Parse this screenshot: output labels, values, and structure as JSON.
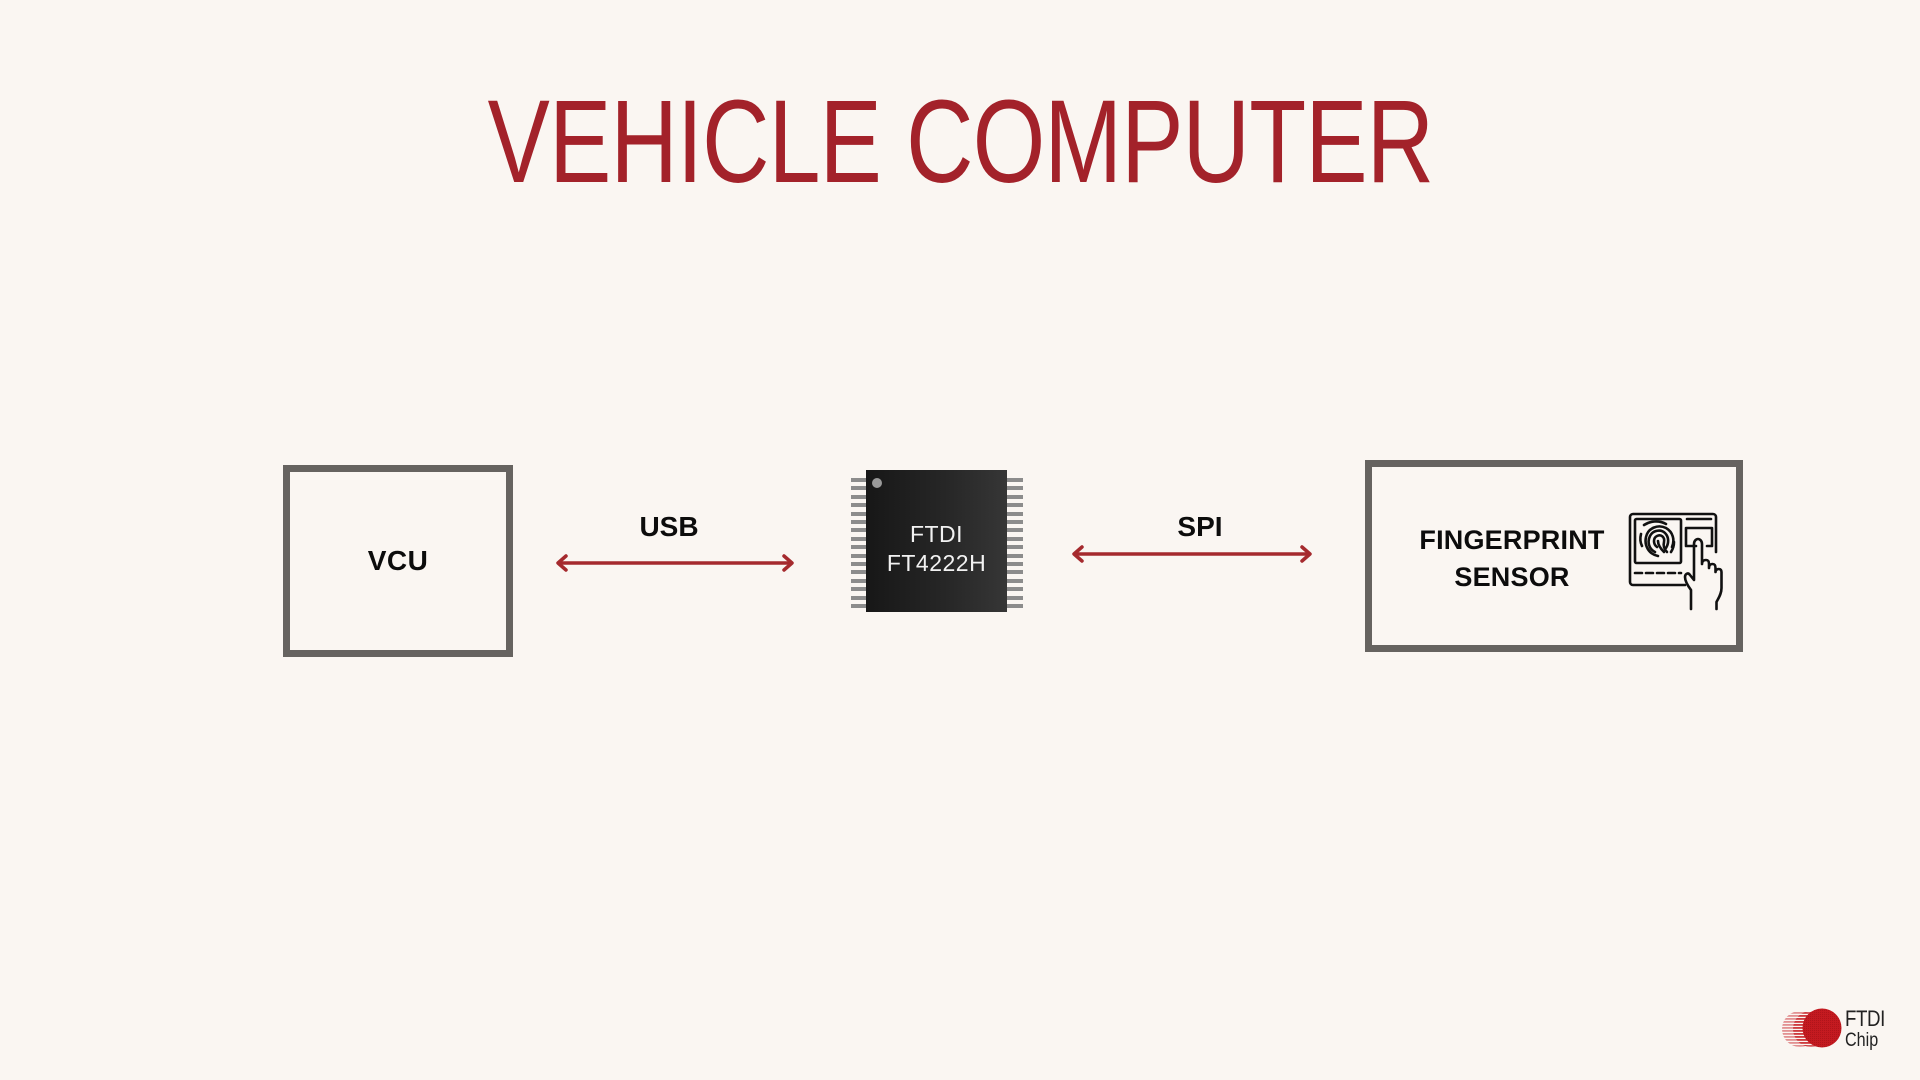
{
  "title": "VEHICLE COMPUTER",
  "colors": {
    "background": "#faf6f2",
    "title": "#a3222a",
    "arrow": "#a52a2e",
    "box_border": "#666360",
    "chip_body": "#222222",
    "chip_pins": "#8c8c8c",
    "logo_red": "#c4161c"
  },
  "nodes": {
    "vcu": {
      "label": "VCU"
    },
    "chip": {
      "line1": "FTDI",
      "line2": "FT4222H",
      "icon": "ic-chip-icon"
    },
    "fingerprint": {
      "line1": "FINGERPRINT",
      "line2": "SENSOR",
      "icon": "fingerprint-scanner-icon"
    }
  },
  "links": [
    {
      "label": "USB",
      "from": "VCU",
      "to": "FTDI FT4222H",
      "direction": "bidirectional"
    },
    {
      "label": "SPI",
      "from": "FTDI FT4222H",
      "to": "FINGERPRINT SENSOR",
      "direction": "bidirectional"
    }
  ],
  "logo": {
    "line1": "FTDI",
    "line2": "Chip"
  }
}
